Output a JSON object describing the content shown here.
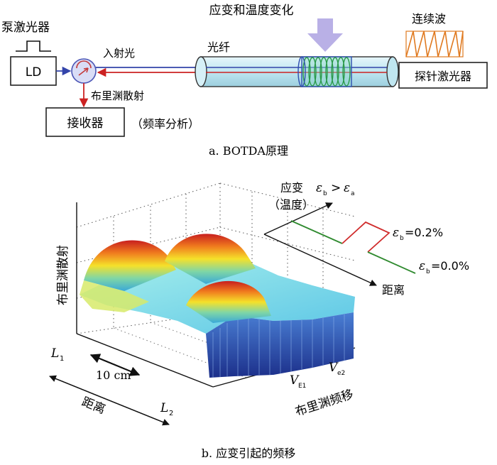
{
  "part_a": {
    "pump_laser_label": "泵激光器",
    "ld_label": "LD",
    "incident_light_label": "入射光",
    "fiber_label": "光纤",
    "strain_temp_change_label": "应变和温度变化",
    "continuous_wave_label": "连续波",
    "probe_laser_label": "探针激光器",
    "brillouin_scattering_label": "布里渊散射",
    "receiver_label": "接收器",
    "freq_analysis_label": "（频率分析）",
    "caption": "a. BOTDA原理"
  },
  "part_b": {
    "y_axis_label": "布里渊散射",
    "strain_label": "应变",
    "strain_condition": "ε",
    "temp_label": "（温度）",
    "strain_value_1": "=0.2%",
    "strain_value_2": "=0.0%",
    "eps_b": "ε",
    "eps_sub_b": "b",
    "eps_sub_a": "a",
    "gt": ">",
    "distance_label_right": "距离",
    "ten_cm_label": "10 cm",
    "l1_label": "L",
    "l1_sub": "1",
    "l2_label": "L",
    "l2_sub": "2",
    "distance_label_left": "距离",
    "v_e1_label": "V",
    "v_e1_sub": "E1",
    "v_e2_label": "V",
    "v_e2_sub": "e2",
    "freq_shift_label": "布里渊频移",
    "caption": "b. 应变引起的频移"
  },
  "colors": {
    "incident": "#3344aa",
    "backscatter": "#cc2222",
    "fiber_fill": "#bfe6f0",
    "probe_wave": "#e07a20",
    "strain_arrow": "#b9b0e6",
    "coil": "#2a9a4a",
    "profile_green": "#2f8a2f",
    "profile_red": "#d02c2c"
  }
}
